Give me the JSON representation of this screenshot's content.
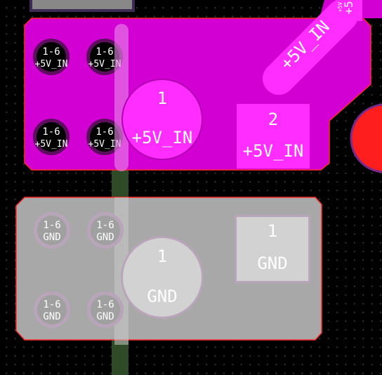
{
  "colors": {
    "background": "#000000",
    "grid_dot": "#3a3a3a",
    "power_copper": "#d200d2",
    "power_pad": "#ff2dff",
    "gnd_copper": "#a8a8a8",
    "gnd_pad": "#d0d0d0",
    "zone_outline": "#ff2020",
    "trace_green": "#2f4a26",
    "component_red": "#ff1e1e"
  },
  "power_zone": {
    "vias": [
      {
        "number": "1-6",
        "net": "+5V_IN"
      },
      {
        "number": "1-6",
        "net": "+5V_IN"
      },
      {
        "number": "1-6",
        "net": "+5V_IN"
      },
      {
        "number": "1-6",
        "net": "+5V_IN"
      }
    ],
    "round_pad": {
      "number": "1",
      "net": "+5V_IN"
    },
    "square_pad": {
      "number": "2",
      "net": "+5V_IN"
    },
    "track_label": "+5V_IN",
    "corner_labels": {
      "small": "+5V",
      "large": "+5"
    }
  },
  "gnd_zone": {
    "vias": [
      {
        "number": "1-6",
        "net": "GND"
      },
      {
        "number": "1-6",
        "net": "GND"
      },
      {
        "number": "1-6",
        "net": "GND"
      },
      {
        "number": "1-6",
        "net": "GND"
      }
    ],
    "round_pad": {
      "number": "1",
      "net": "GND"
    },
    "square_pad": {
      "number": "1",
      "net": "GND"
    }
  }
}
